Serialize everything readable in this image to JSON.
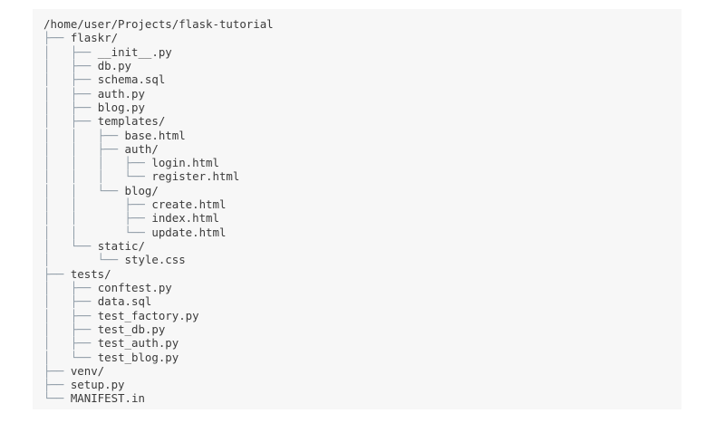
{
  "panel": {
    "background_color": "#f7f7f7",
    "text_color": "#3b3b3b",
    "guide_color": "#8e9ba6"
  },
  "tree": {
    "root": "/home/user/Projects/flask-tutorial",
    "lines": [
      {
        "guide": "",
        "name": "/home/user/Projects/flask-tutorial"
      },
      {
        "guide": "├── ",
        "name": "flaskr/"
      },
      {
        "guide": "│   ├── ",
        "name": "__init__.py"
      },
      {
        "guide": "│   ├── ",
        "name": "db.py"
      },
      {
        "guide": "│   ├── ",
        "name": "schema.sql"
      },
      {
        "guide": "│   ├── ",
        "name": "auth.py"
      },
      {
        "guide": "│   ├── ",
        "name": "blog.py"
      },
      {
        "guide": "│   ├── ",
        "name": "templates/"
      },
      {
        "guide": "│   │   ├── ",
        "name": "base.html"
      },
      {
        "guide": "│   │   ├── ",
        "name": "auth/"
      },
      {
        "guide": "│   │   │   ├── ",
        "name": "login.html"
      },
      {
        "guide": "│   │   │   └── ",
        "name": "register.html"
      },
      {
        "guide": "│   │   └── ",
        "name": "blog/"
      },
      {
        "guide": "│   │       ├── ",
        "name": "create.html"
      },
      {
        "guide": "│   │       ├── ",
        "name": "index.html"
      },
      {
        "guide": "│   │       └── ",
        "name": "update.html"
      },
      {
        "guide": "│   └── ",
        "name": "static/"
      },
      {
        "guide": "│       └── ",
        "name": "style.css"
      },
      {
        "guide": "├── ",
        "name": "tests/"
      },
      {
        "guide": "│   ├── ",
        "name": "conftest.py"
      },
      {
        "guide": "│   ├── ",
        "name": "data.sql"
      },
      {
        "guide": "│   ├── ",
        "name": "test_factory.py"
      },
      {
        "guide": "│   ├── ",
        "name": "test_db.py"
      },
      {
        "guide": "│   ├── ",
        "name": "test_auth.py"
      },
      {
        "guide": "│   └── ",
        "name": "test_blog.py"
      },
      {
        "guide": "├── ",
        "name": "venv/"
      },
      {
        "guide": "├── ",
        "name": "setup.py"
      },
      {
        "guide": "└── ",
        "name": "MANIFEST.in"
      }
    ]
  }
}
